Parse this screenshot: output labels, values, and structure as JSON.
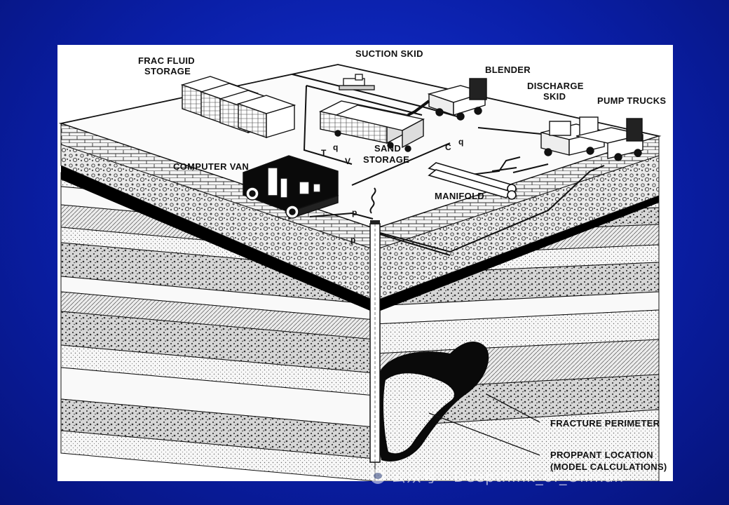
{
  "labels": {
    "frac_fluid_storage_line1": "FRAC FLUID",
    "frac_fluid_storage_line2": "STORAGE",
    "suction_skid": "SUCTION SKID",
    "blender": "BLENDER",
    "discharge_skid_line1": "DISCHARGE",
    "discharge_skid_line2": "SKID",
    "pump_trucks": "PUMP TRUCKS",
    "computer_van": "COMPUTER VAN",
    "sand_storage_line1": "SAND",
    "sand_storage_line2": "STORAGE",
    "manifold": "MANIFOLD",
    "fracture_perimeter": "FRACTURE PERIMETER",
    "proppant_location_line1": "PROPPANT LOCATION",
    "proppant_location_line2": "(MODEL CALCULATIONS)"
  },
  "sensor_labels": {
    "t": "T",
    "q_sand": "q",
    "v": "V",
    "c": "C",
    "q_line": "q",
    "p_upper": "p",
    "p_lower": "p"
  },
  "watermark": "公众号 · Deepthink_of_Oilman",
  "colors": {
    "background": "#0a1fa8",
    "frame": "#ffffff",
    "ink": "#111111"
  }
}
